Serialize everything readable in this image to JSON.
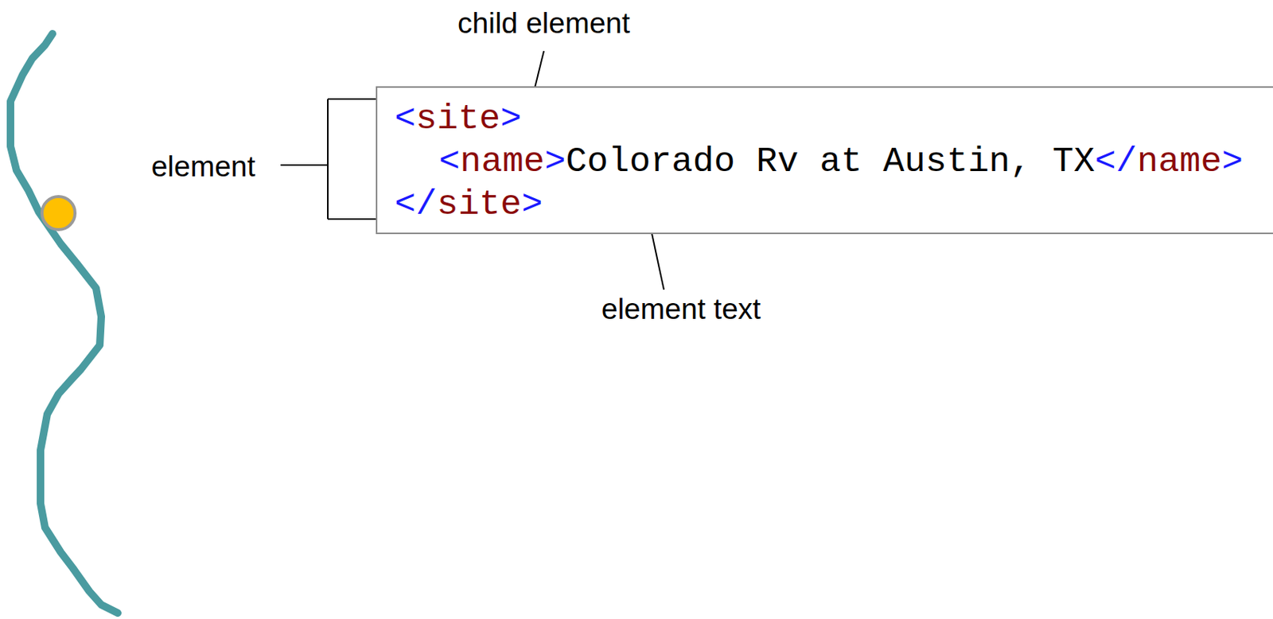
{
  "diagram": {
    "nodes": [
      {
        "text": [
          "<",
          "site",
          ">",
          "<",
          "name",
          ">",
          "Colorado Rv at Austin, TX",
          "</",
          "name",
          ">",
          "</",
          "site",
          ">"
        ]
      }
    ],
    "labels": [
      "child element",
      "element",
      "element text"
    ]
  }
}
